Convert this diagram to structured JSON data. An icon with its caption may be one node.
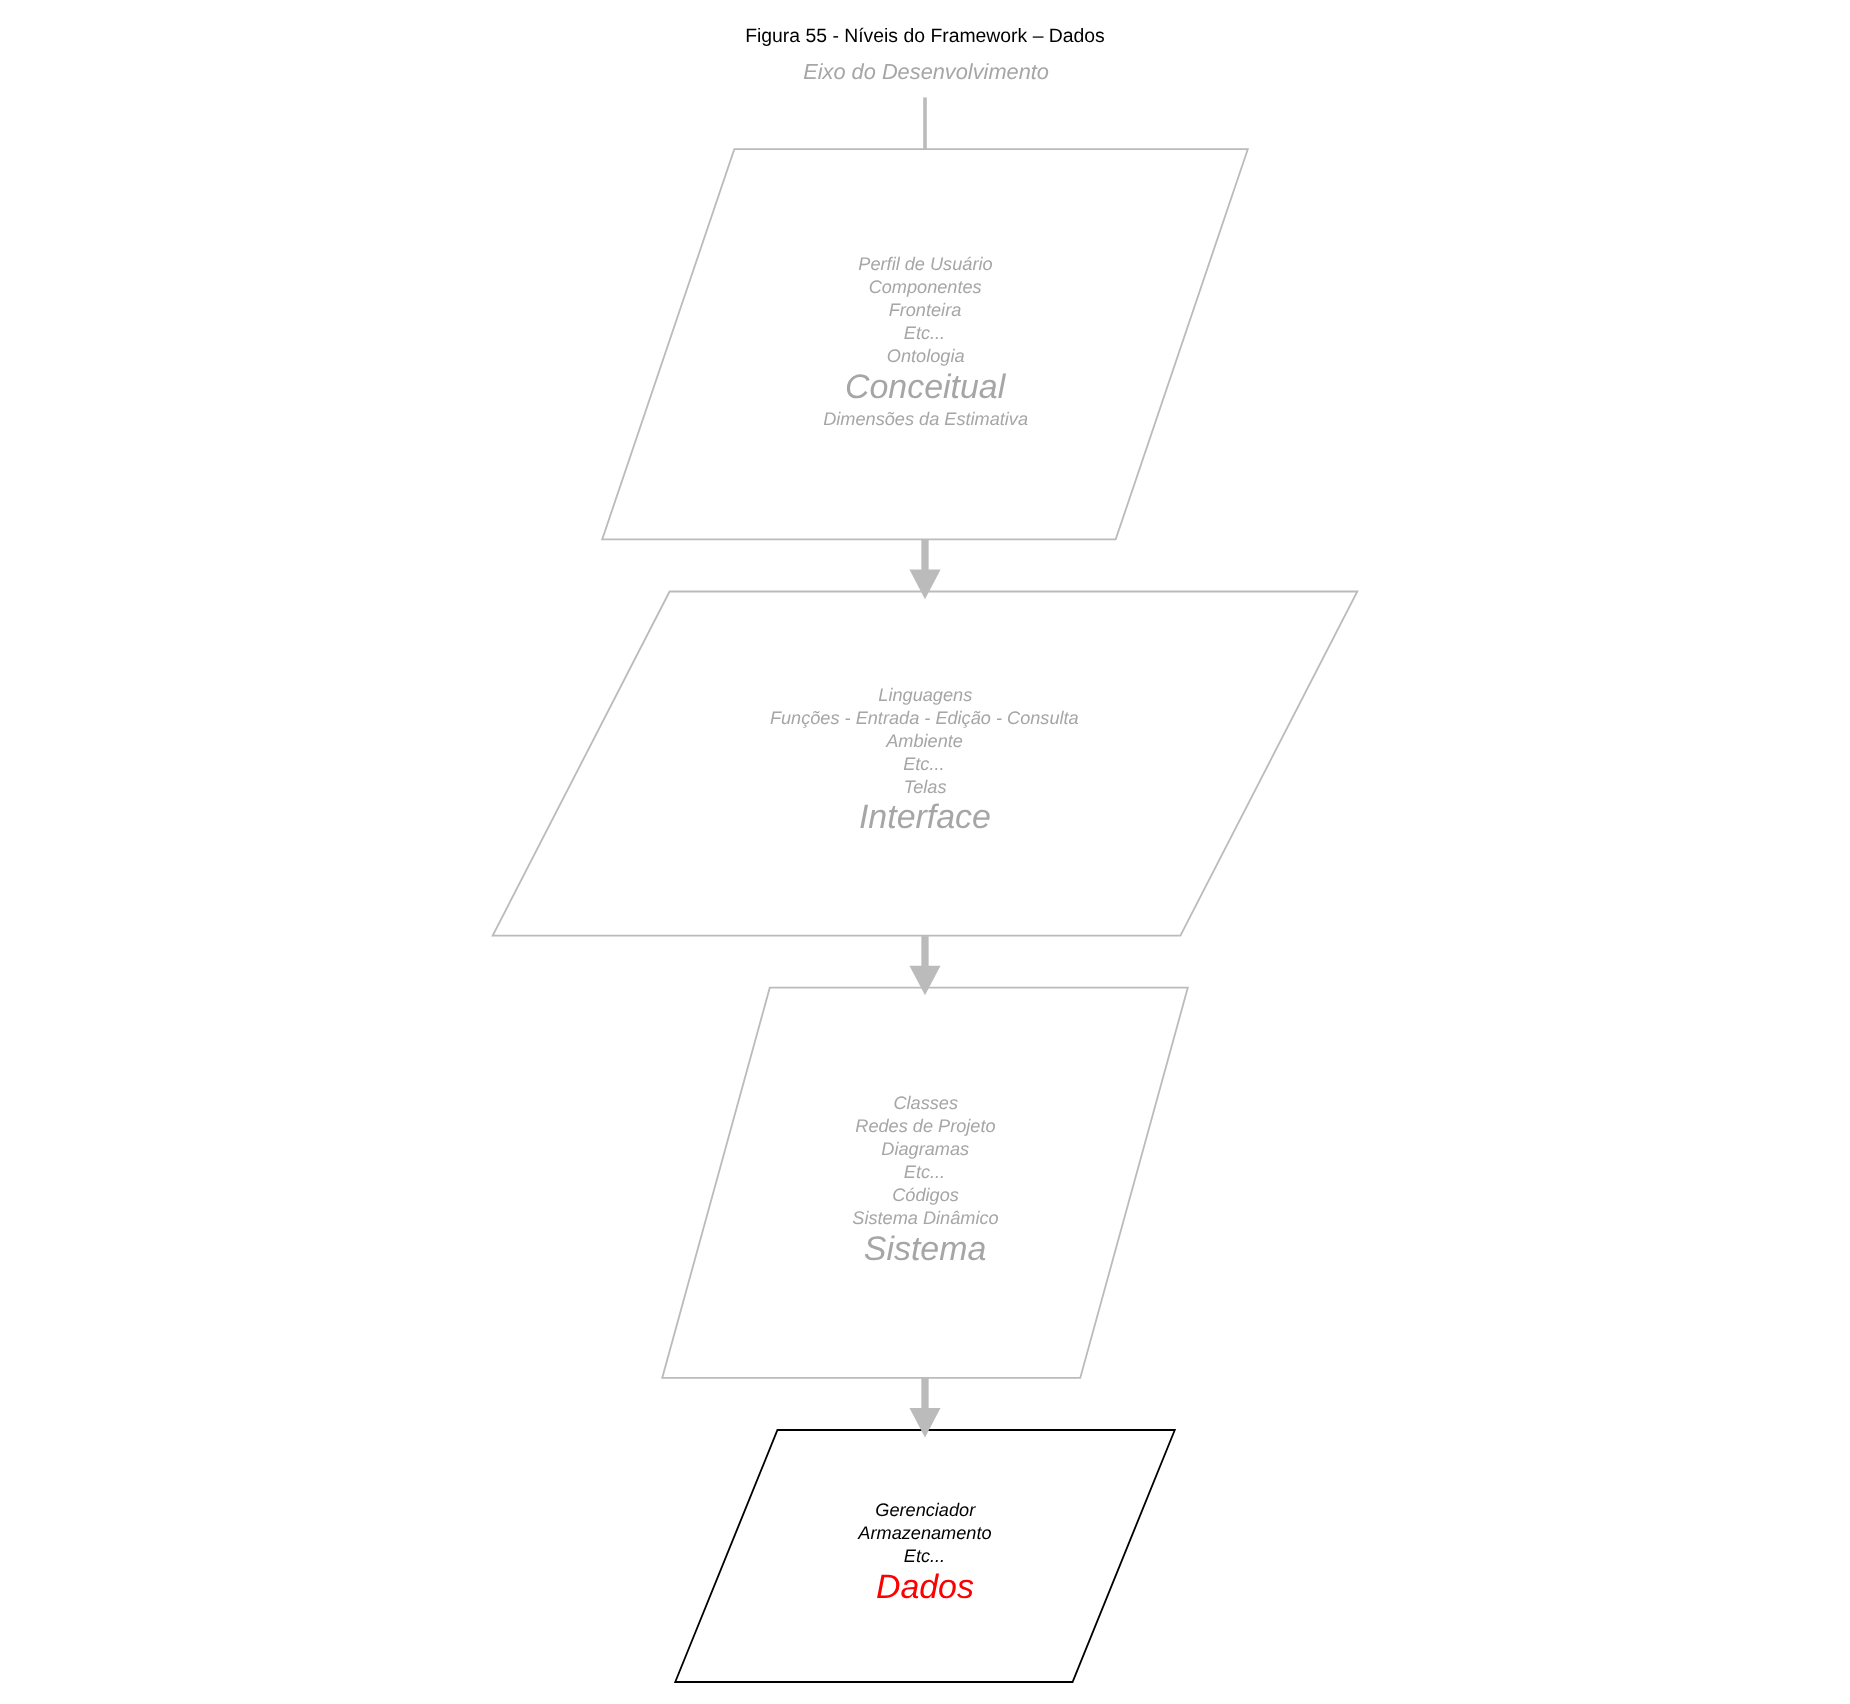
{
  "diagram": {
    "title": "Figura 55 - Níveis do Framework – Dados",
    "nodes": [
      {
        "text": [
          "Perfil de Usuário",
          "Componentes",
          "Fronteira",
          "Etc...",
          "Ontologia",
          "Conceitual",
          "Dimensões da Estimativa"
        ]
      },
      {
        "text": [
          "Linguagens",
          "Funções - Entrada - Edição - Consulta",
          "Ambiente",
          "Etc...",
          "Telas",
          "Interface"
        ]
      },
      {
        "text": [
          "Classes",
          "Redes de Projeto",
          "Diagramas",
          "Etc...",
          "Códigos",
          "Sistema Dinâmico",
          "Sistema"
        ]
      },
      {
        "text": [
          "Gerenciador",
          "Armazenamento",
          "Etc...",
          "Dados"
        ]
      }
    ],
    "edges": [
      {
        "from": 0,
        "to": 1,
        "arrow": "to"
      },
      {
        "from": 1,
        "to": 2,
        "arrow": "to"
      },
      {
        "from": 2,
        "to": 3,
        "arrow": "to"
      }
    ],
    "labels": [
      "Eixo do Desenvolvimento"
    ]
  }
}
